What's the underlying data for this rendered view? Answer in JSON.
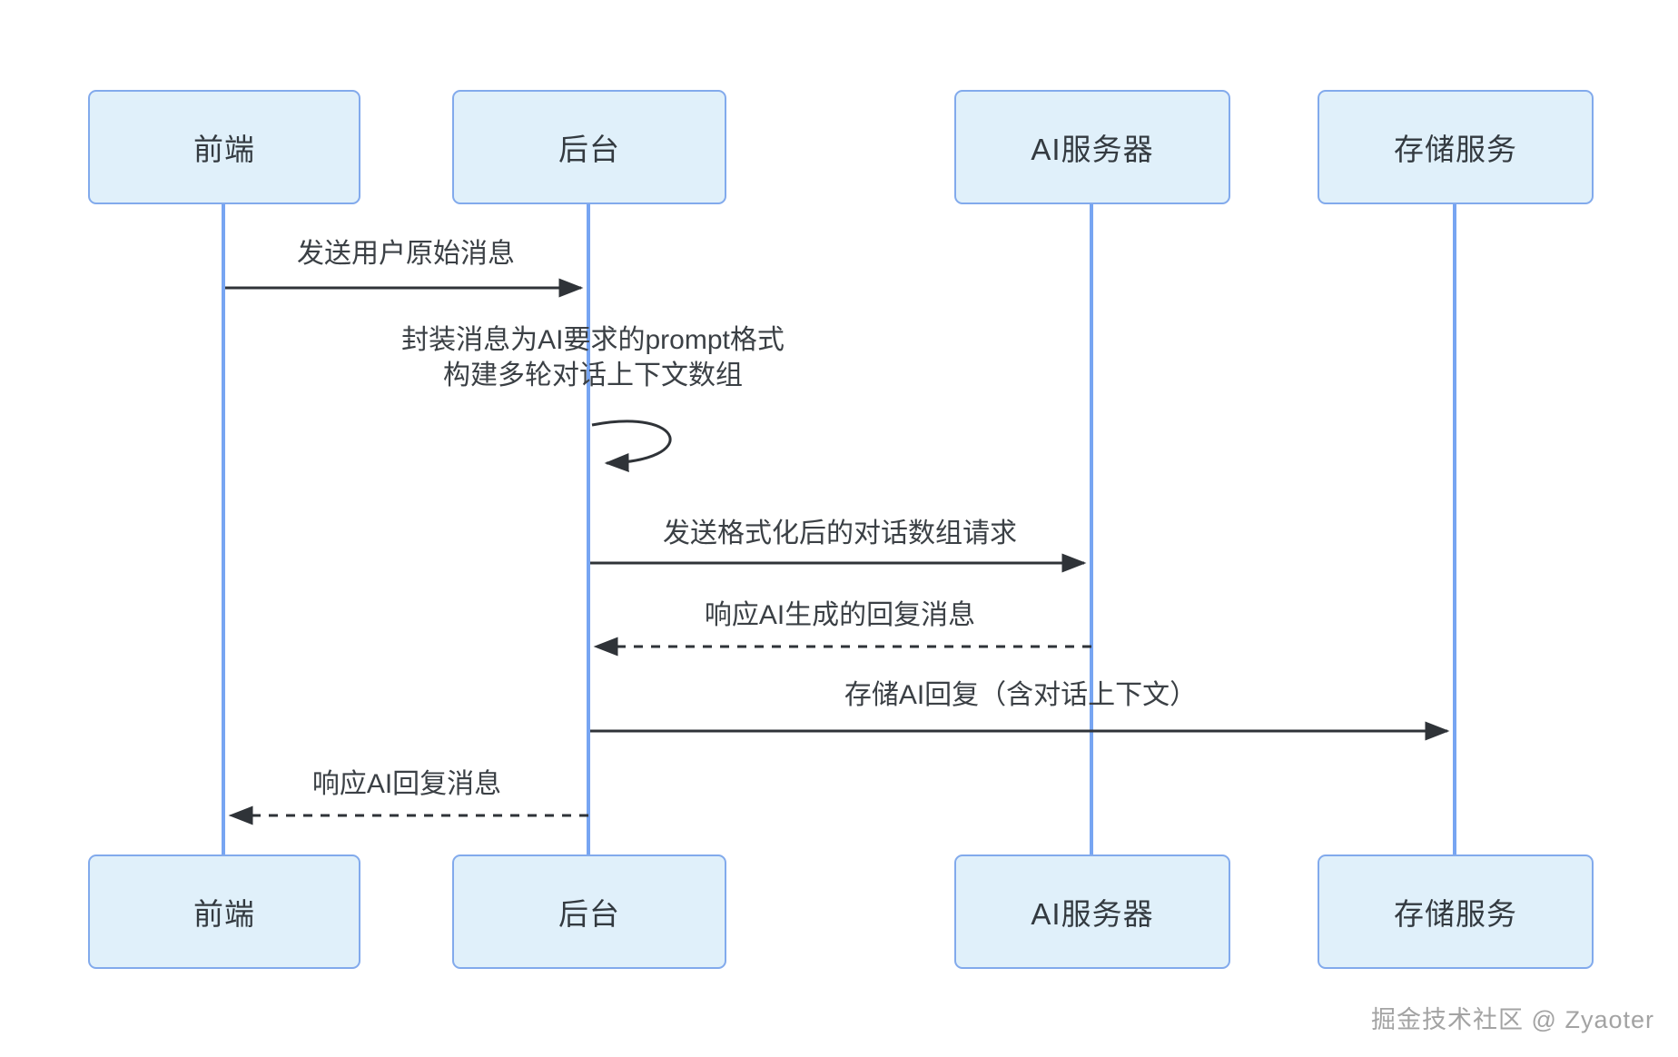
{
  "diagram": {
    "type": "sequence",
    "participants": [
      {
        "id": "frontend",
        "label": "前端"
      },
      {
        "id": "backend",
        "label": "后台"
      },
      {
        "id": "ai-server",
        "label": "AI服务器"
      },
      {
        "id": "storage",
        "label": "存储服务"
      }
    ],
    "messages": [
      {
        "from": "前端",
        "to": "后台",
        "line": "solid",
        "label": "发送用户原始消息"
      },
      {
        "from": "后台",
        "to": "后台",
        "line": "self-loop",
        "label_line1": "封装消息为AI要求的prompt格式",
        "label_line2": "构建多轮对话上下文数组"
      },
      {
        "from": "后台",
        "to": "AI服务器",
        "line": "solid",
        "label": "发送格式化后的对话数组请求"
      },
      {
        "from": "AI服务器",
        "to": "后台",
        "line": "dashed",
        "label": "响应AI生成的回复消息"
      },
      {
        "from": "后台",
        "to": "存储服务",
        "line": "solid",
        "label": "存储AI回复（含对话上下文）"
      },
      {
        "from": "后台",
        "to": "前端",
        "line": "dashed",
        "label": "响应AI回复消息"
      }
    ]
  },
  "watermark": "掘金技术社区 @ Zyaoter",
  "colors": {
    "participant_fill": "#e0f0fa",
    "participant_border": "#82aaec",
    "lifeline": "#77a5f2",
    "arrow": "#2f3338",
    "text": "#3b4045",
    "watermark": "#a3a3a3",
    "background": "#ffffff"
  }
}
